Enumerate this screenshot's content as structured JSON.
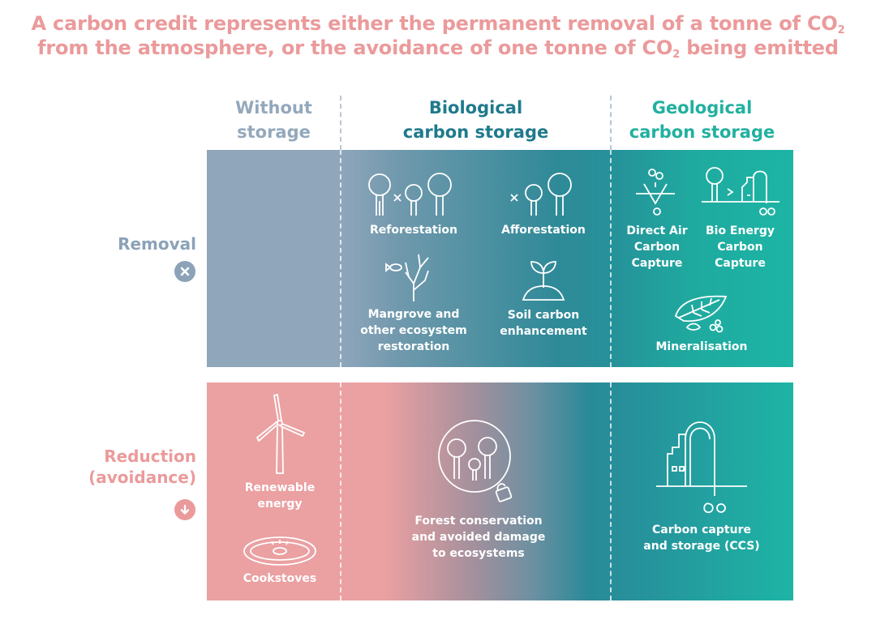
{
  "title": {
    "line1_prefix": "A carbon credit represents either the permanent removal of a tonne of CO",
    "line1_sub": "2",
    "line2_prefix": "from the atmosphere, or the avoidance of one tonne of CO",
    "line2_sub": "2",
    "line2_suffix": " being emitted"
  },
  "columns": [
    {
      "id": "without",
      "line1": "Without",
      "line2": "storage",
      "color": "#93a8bc"
    },
    {
      "id": "biological",
      "line1": "Biological",
      "line2": "carbon storage",
      "color": "#1f7a8c"
    },
    {
      "id": "geological",
      "line1": "Geological",
      "line2": "carbon storage",
      "color": "#22b0a0"
    }
  ],
  "rows": [
    {
      "id": "removal",
      "line1": "Removal",
      "icon": "x-circle-icon",
      "color": "#8ba2b8"
    },
    {
      "id": "reduction",
      "line1": "Reduction",
      "line2": "(avoidance)",
      "icon": "arrow-down-circle-icon",
      "color": "#eb9a9b"
    }
  ],
  "removal": {
    "without": [],
    "biological": [
      {
        "label": "Reforestation",
        "icon": "trees-replant-icon"
      },
      {
        "label": "Afforestation",
        "icon": "trees-new-icon"
      },
      {
        "label_lines": [
          "Mangrove and",
          "other ecosystem",
          "restoration"
        ],
        "icon": "mangrove-fish-icon"
      },
      {
        "label_lines": [
          "Soil carbon",
          "enhancement"
        ],
        "icon": "sprout-soil-icon"
      }
    ],
    "geological": [
      {
        "label_lines": [
          "Direct Air",
          "Carbon",
          "Capture"
        ],
        "icon": "direct-air-capture-icon"
      },
      {
        "label_lines": [
          "Bio Energy",
          "Carbon",
          "Capture"
        ],
        "icon": "bioenergy-capture-icon"
      },
      {
        "label": "Mineralisation",
        "icon": "leaf-minerals-icon"
      }
    ]
  },
  "reduction": {
    "without": [
      {
        "label_lines": [
          "Renewable",
          "energy"
        ],
        "icon": "wind-turbine-icon"
      },
      {
        "label": "Cookstoves",
        "icon": "cookstove-icon"
      }
    ],
    "biological": [
      {
        "label_lines": [
          "Forest conservation",
          "and avoided damage",
          "to ecosystems"
        ],
        "icon": "protected-forest-icon"
      }
    ],
    "geological": [
      {
        "label_lines": [
          "Carbon capture",
          "and storage (CCS)"
        ],
        "icon": "factory-ccs-icon"
      }
    ]
  },
  "colors": {
    "title": "#eb9a9b",
    "removal_band_start": "#8fa6bb",
    "removal_band_end": "#1db5a5",
    "reduction_band_start": "#eba0a2",
    "reduction_band_mid": "#2a8a98",
    "reduction_band_end": "#1db5a5"
  }
}
